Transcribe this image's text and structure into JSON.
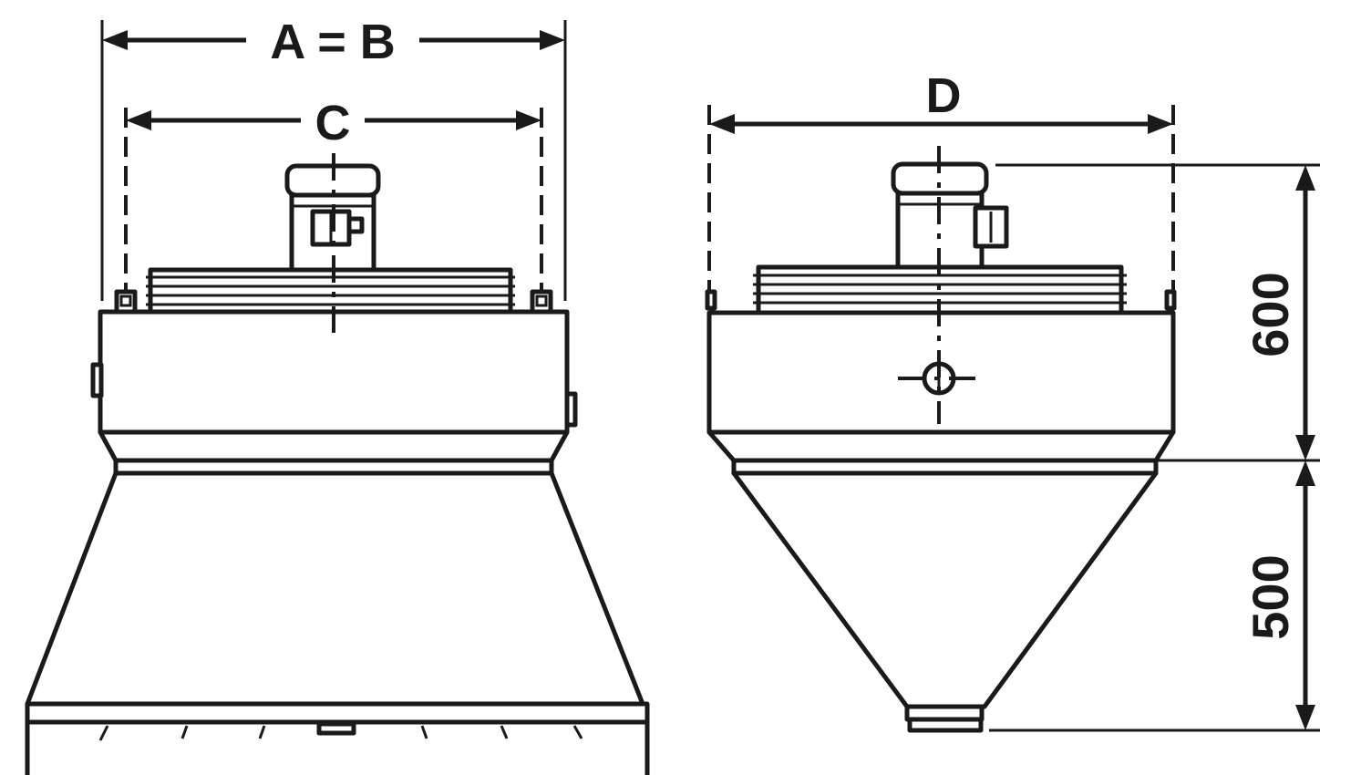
{
  "dimensions": {
    "a_eq_b": "A = B",
    "c": "C",
    "d": "D",
    "height_upper": "600",
    "height_lower": "500"
  }
}
